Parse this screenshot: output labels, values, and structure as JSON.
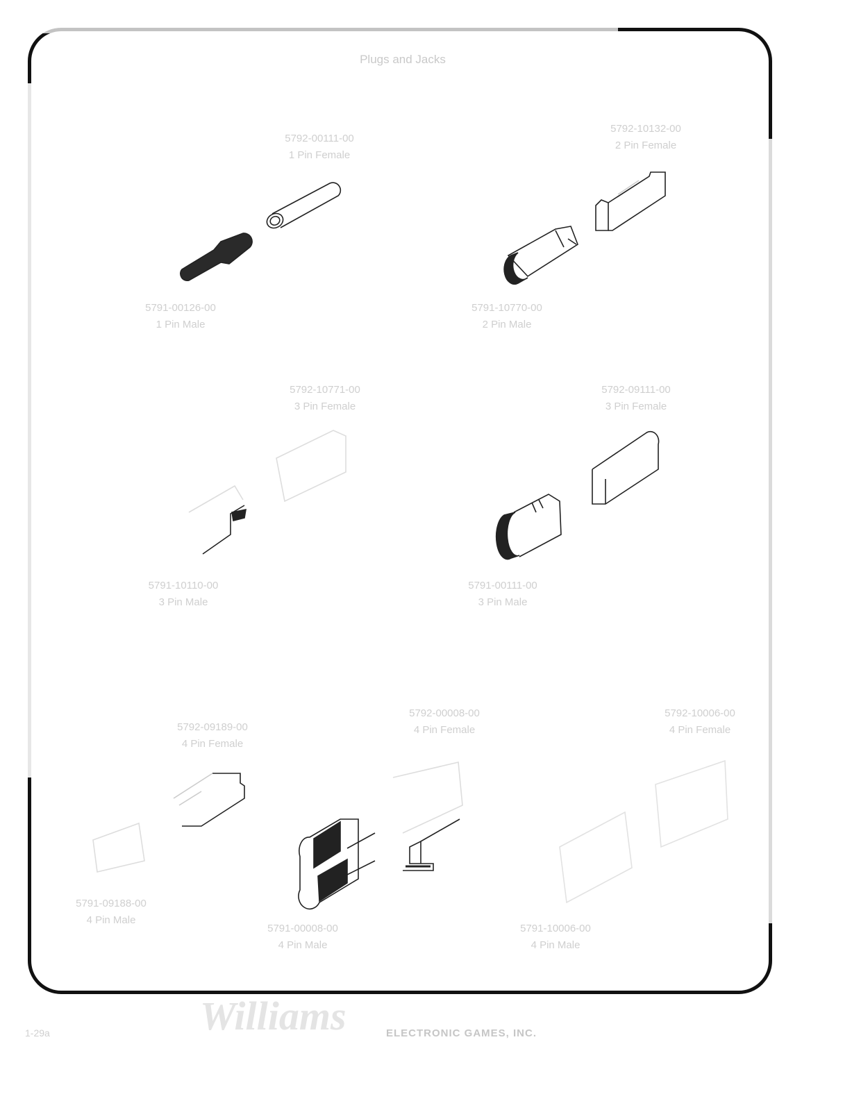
{
  "page": {
    "title": "Plugs and Jacks",
    "footer": {
      "page_number": "1-29a",
      "logo": "Williams",
      "company": "ELECTRONIC GAMES, INC."
    }
  },
  "parts": [
    {
      "number": "5792-00111-00",
      "desc": "1 Pin Female"
    },
    {
      "number": "5791-00126-00",
      "desc": "1 Pin Male"
    },
    {
      "number": "5792-10132-00",
      "desc": "2 Pin Female"
    },
    {
      "number": "5791-10770-00",
      "desc": "2 Pin Male"
    },
    {
      "number": "5792-10771-00",
      "desc": "3 Pin Female"
    },
    {
      "number": "5791-10110-00",
      "desc": "3 Pin Male"
    },
    {
      "number": "5792-09111-00",
      "desc": "3 Pin Female"
    },
    {
      "number": "5791-00111-00",
      "desc": "3 Pin Male"
    },
    {
      "number": "5792-09189-00",
      "desc": "4 Pin Female"
    },
    {
      "number": "5791-09188-00",
      "desc": "4 Pin Male"
    },
    {
      "number": "5792-00008-00",
      "desc": "4 Pin Female"
    },
    {
      "number": "5791-00008-00",
      "desc": "4 Pin Male"
    },
    {
      "number": "5792-10006-00",
      "desc": "4 Pin Female"
    },
    {
      "number": "5791-10006-00",
      "desc": "4 Pin Male"
    }
  ]
}
